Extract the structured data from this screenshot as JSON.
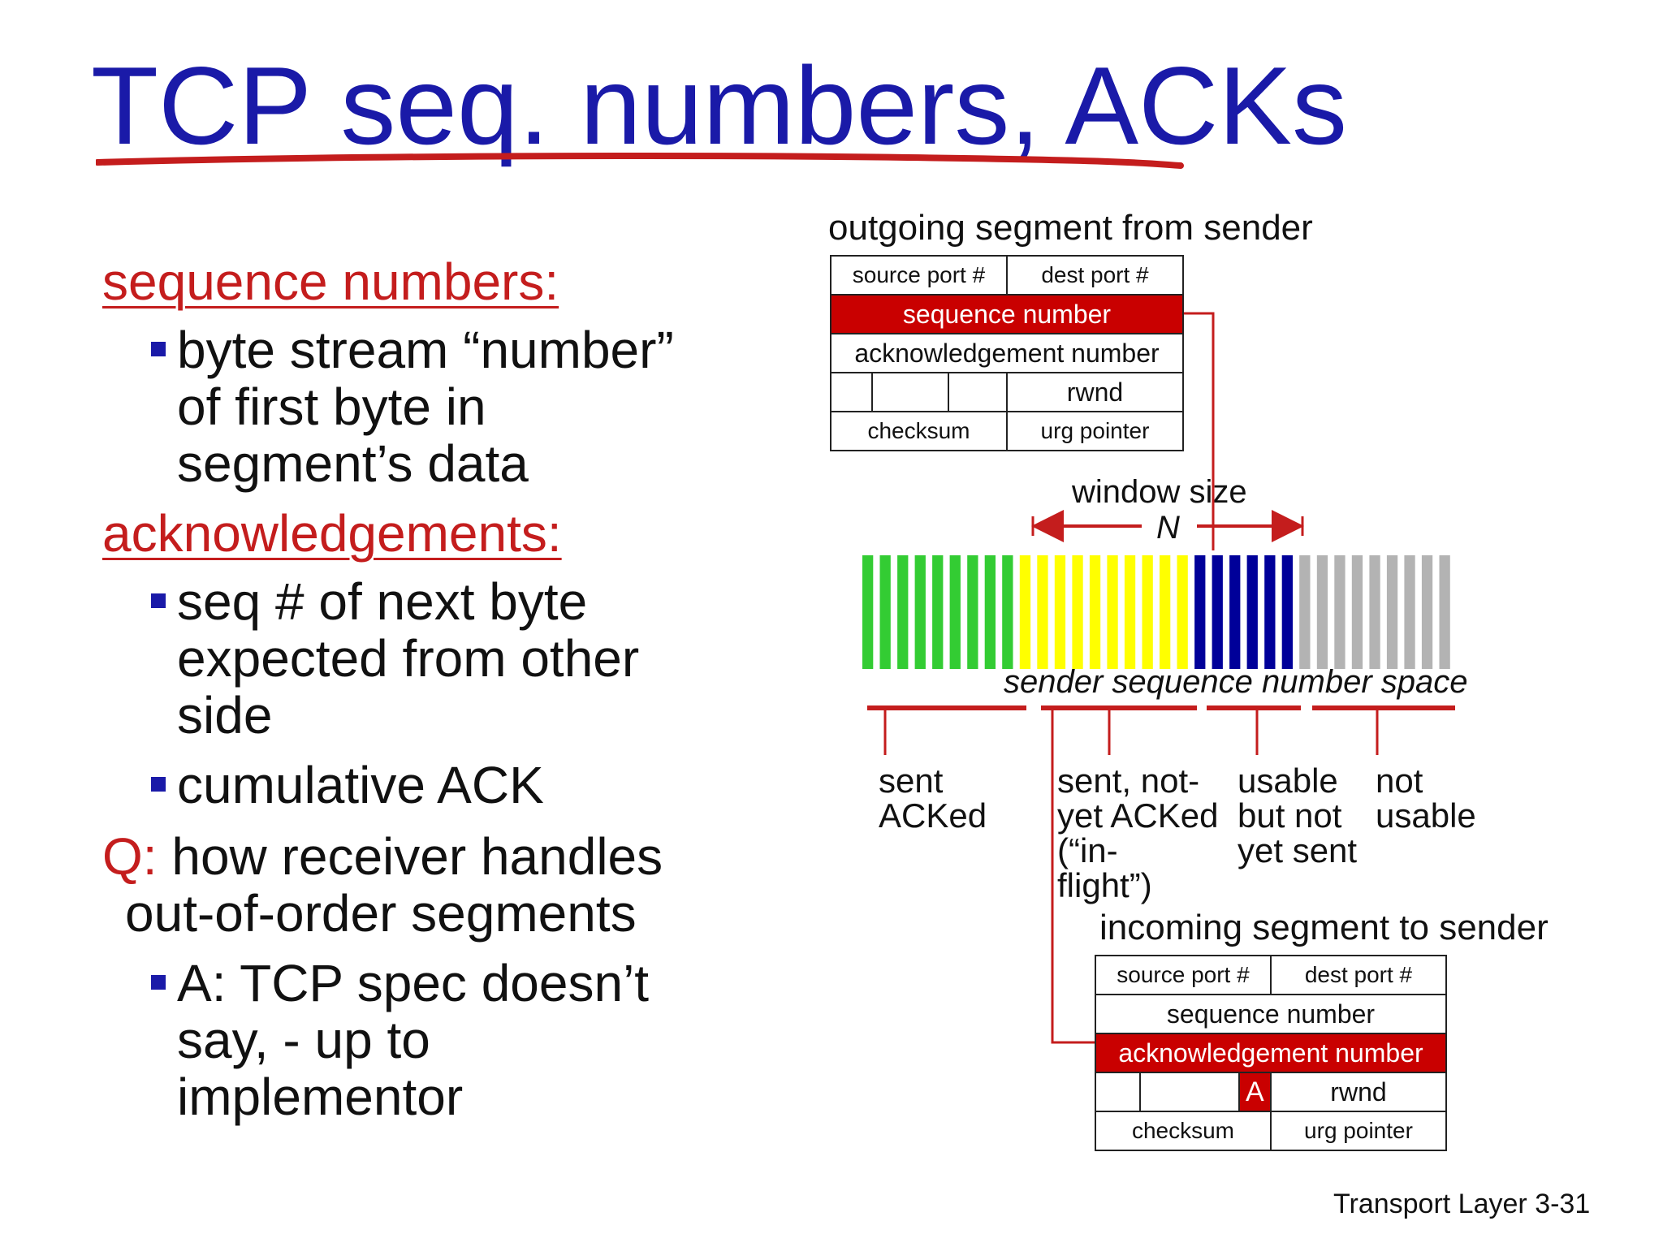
{
  "title": "TCP seq. numbers, ACKs",
  "left": {
    "seq_heading": "sequence numbers:",
    "seq_bullet": [
      "byte stream “number”",
      "of first byte in",
      "segment’s data"
    ],
    "ack_heading": "acknowledgements:",
    "ack_bullet1": [
      "seq # of next byte",
      "expected from other",
      "side"
    ],
    "ack_bullet2": "cumulative ACK",
    "q_label": "Q:",
    "q_text": [
      "how receiver handles",
      "out-of-order segments"
    ],
    "a_bullet": [
      "A: TCP spec doesn’t",
      "say, - up to",
      "implementor"
    ]
  },
  "outgoing": {
    "caption": "outgoing segment from sender",
    "source_port": "source port #",
    "dest_port": "dest port #",
    "seq": "sequence number",
    "ack": "acknowledgement number",
    "rwnd": "rwnd",
    "checksum": "checksum",
    "urg": "urg pointer"
  },
  "window": {
    "label": "window size",
    "n": "N",
    "space_label": "sender sequence number space",
    "bars": {
      "green": 9,
      "yellow": 10,
      "blue": 6,
      "gray": 9
    },
    "colors": {
      "green": "#33cc33",
      "yellow": "#ffff00",
      "blue": "#000099",
      "gray": "#b3b3b3",
      "accent": "#c41d1d"
    },
    "regions": [
      {
        "lines": [
          "sent",
          "ACKed"
        ]
      },
      {
        "lines": [
          "sent, not-",
          "yet ACKed",
          "(“in-",
          "flight”)"
        ]
      },
      {
        "lines": [
          "usable",
          "but not",
          "yet sent"
        ]
      },
      {
        "lines": [
          "not",
          "usable"
        ]
      }
    ]
  },
  "incoming": {
    "caption": "incoming segment to sender",
    "source_port": "source port #",
    "dest_port": "dest port #",
    "seq": "sequence number",
    "ack": "acknowledgement number",
    "a_flag": "A",
    "rwnd": "rwnd",
    "checksum": "checksum",
    "urg": "urg pointer"
  },
  "footer": {
    "text": "Transport Layer",
    "page": "3-31"
  }
}
